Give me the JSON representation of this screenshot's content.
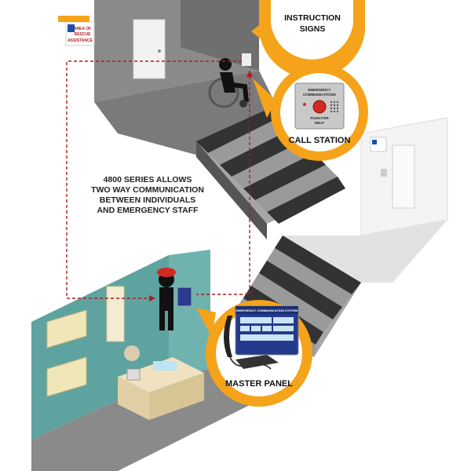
{
  "caption": {
    "lines": [
      "4800 SERIES ALLOWS",
      "TWO WAY COMMUNICATION",
      "BETWEEN INDIVIDUALS",
      "AND EMERGENCY STAFF"
    ]
  },
  "callouts": {
    "instruction_signs": {
      "line1": "INSTRUCTION",
      "line2": "SIGNS"
    },
    "call_station": {
      "label": "CALL STATION",
      "panel_title_1": "EMERGENCY",
      "panel_title_2": "COMMUNICATIONS",
      "button_caption_1": "PUSH FOR",
      "button_caption_2": "HELP"
    },
    "master_panel": {
      "label": "MASTER PANEL",
      "screen_title": "EMERGENCY COMMUNICATION SYSTEM"
    }
  },
  "signs": {
    "upper_left": {
      "line1": "AREA OF",
      "line2": "RESCUE",
      "line3": "ASSISTANCE"
    }
  },
  "colors": {
    "accent": "#f5a31a",
    "wall_gray": "#9a9a9a",
    "floor_gray": "#7d7d7d",
    "teal_wall": "#5fa3a0",
    "dashed_line": "#b01c1c"
  }
}
